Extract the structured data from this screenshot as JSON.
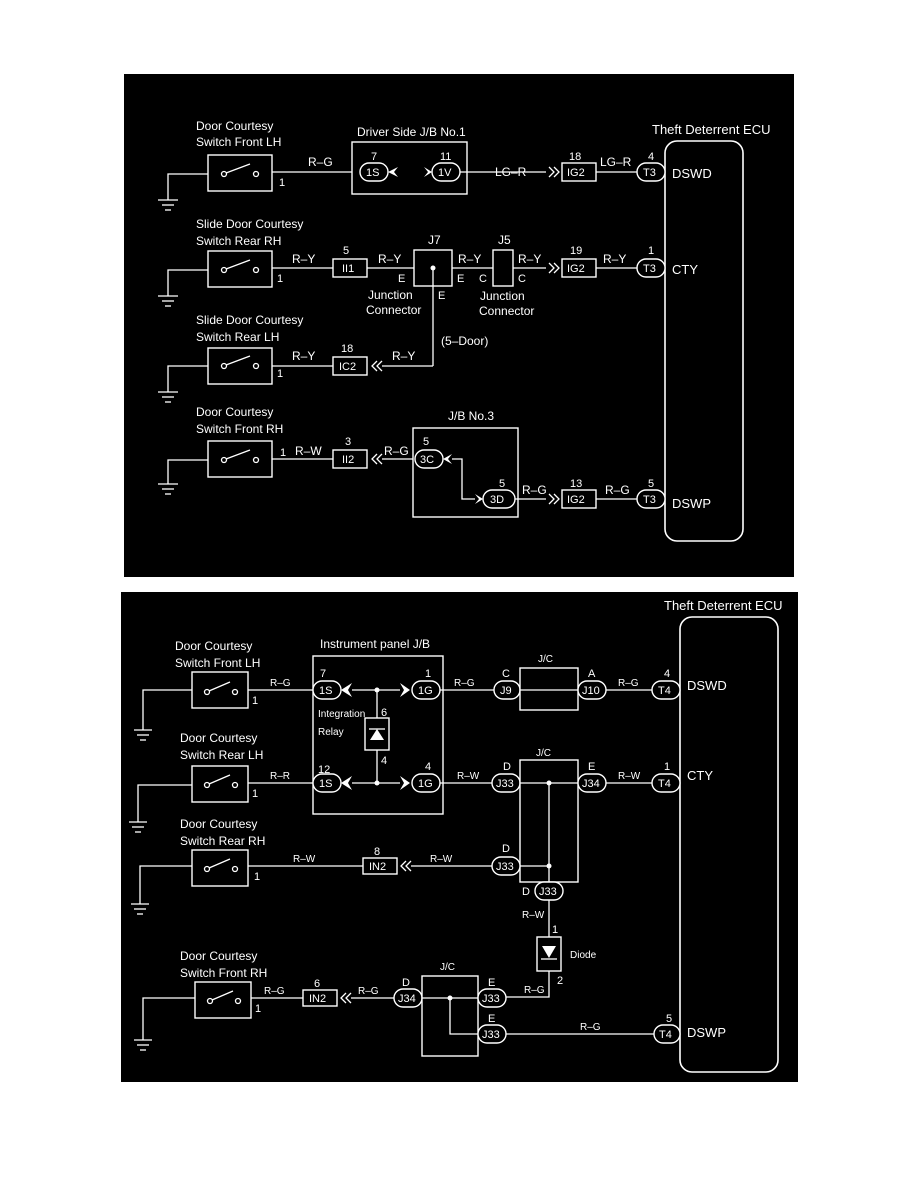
{
  "diagram_top": {
    "ecu_title": "Theft Deterrent ECU",
    "ecu_terminals": [
      "DSWD",
      "CTY",
      "DSWP"
    ],
    "ecu_pins": [
      "4",
      "1",
      "5"
    ],
    "ecu_connector": "T3",
    "switches": [
      {
        "label_1": "Door Courtesy",
        "label_2": "Switch Front LH",
        "pin": "1",
        "wire": "R–G"
      },
      {
        "label_1": "Slide Door Courtesy",
        "label_2": "Switch Rear RH",
        "pin": "1",
        "wire": "R–Y"
      },
      {
        "label_1": "Slide Door Courtesy",
        "label_2": "Switch Rear LH",
        "pin": "1",
        "wire": "R–Y"
      },
      {
        "label_1": "Door Courtesy",
        "label_2": "Switch Front RH",
        "pin": "1",
        "wire": "R–W"
      }
    ],
    "driver_jb": {
      "title": "Driver Side J/B No.1",
      "left_pin": "7",
      "left_conn": "1S",
      "right_pin": "11",
      "right_conn": "1V"
    },
    "row1": {
      "wire_mid": "LG–R",
      "ig_pin": "18",
      "ig_conn": "IG2",
      "wire_end": "LG–R"
    },
    "row2": {
      "ii1_pin": "5",
      "ii1_conn": "II1",
      "wire_a": "R–Y",
      "j7": "J7",
      "j7_e_left": "E",
      "j7_e_right": "E",
      "j7_e_bottom": "E",
      "wire_b": "R–Y",
      "j5": "J5",
      "j5_c_left": "C",
      "j5_c_right": "C",
      "wire_c": "R–Y",
      "jc_label_1": "Junction",
      "jc_label_2": "Connector",
      "ig_pin": "19",
      "ig_conn": "IG2",
      "wire_end": "R–Y"
    },
    "row3": {
      "ic_pin": "18",
      "ic_conn": "IC2",
      "wire": "R–Y",
      "note": "(5–Door)"
    },
    "row4": {
      "ii2_pin": "3",
      "ii2_conn": "II2",
      "wire_a": "R–G",
      "jb3_title": "J/B No.3",
      "c3_pin": "5",
      "c3_conn": "3C",
      "d3_pin": "5",
      "d3_conn": "3D",
      "wire_b": "R–G",
      "ig_pin": "13",
      "ig_conn": "IG2",
      "wire_end": "R–G"
    }
  },
  "diagram_bottom": {
    "ecu_title": "Theft Deterrent ECU",
    "ecu_terminals": [
      "DSWD",
      "CTY",
      "DSWP"
    ],
    "ecu_pins": [
      "4",
      "1",
      "5"
    ],
    "ecu_connector": "T4",
    "switches": [
      {
        "label_1": "Door Courtesy",
        "label_2": "Switch Front LH",
        "pin": "1",
        "wire": "R–G"
      },
      {
        "label_1": "Door Courtesy",
        "label_2": "Switch Rear LH",
        "pin": "1",
        "wire": "R–R"
      },
      {
        "label_1": "Door Courtesy",
        "label_2": "Switch Rear RH",
        "pin": "1",
        "wire": "R–W"
      },
      {
        "label_1": "Door Courtesy",
        "label_2": "Switch Front RH",
        "pin": "1",
        "wire": "R–G"
      }
    ],
    "ipjb": {
      "title": "Instrument panel J/B",
      "s1_pin": "7",
      "s1_conn": "1S",
      "g1_pin": "1",
      "g1_conn": "1G",
      "s2_pin": "12",
      "s2_conn": "1S",
      "g2_pin": "4",
      "g2_conn": "1G",
      "relay_1": "Integration",
      "relay_2": "Relay",
      "relay_pin_top": "6",
      "relay_pin_bottom": "4"
    },
    "row1": {
      "wire_a": "R–G",
      "j9_letter": "C",
      "j9_conn": "J9",
      "jc": "J/C",
      "j10_letter": "A",
      "j10_conn": "J10",
      "wire_b": "R–G"
    },
    "row2": {
      "wire_a": "R–W",
      "d_letter": "D",
      "j33_conn": "J33",
      "jc": "J/C",
      "e_letter": "E",
      "j34_conn": "J34",
      "wire_b": "R–W"
    },
    "row3": {
      "in2_pin": "8",
      "in2_conn": "IN2",
      "wire": "R–W",
      "d_letter": "D",
      "j33_conn": "J33",
      "d_bottom_letter": "D",
      "j33_bottom_conn": "J33"
    },
    "diode": {
      "wire": "R–W",
      "pin_top": "1",
      "label": "Diode",
      "pin_bottom": "2",
      "wire_out": "R–G"
    },
    "row4": {
      "in2_pin": "6",
      "in2_conn": "IN2",
      "wire_a": "R–G",
      "wire_b": "R–G",
      "d_letter": "D",
      "j34_conn": "J34",
      "jc": "J/C",
      "e1_letter": "E",
      "e1_conn": "J33",
      "e2_letter": "E",
      "e2_conn": "J33",
      "wire_c": "R–G"
    }
  },
  "colors": {
    "background": "#000000",
    "line": "#ffffff",
    "page": "#ffffff"
  }
}
